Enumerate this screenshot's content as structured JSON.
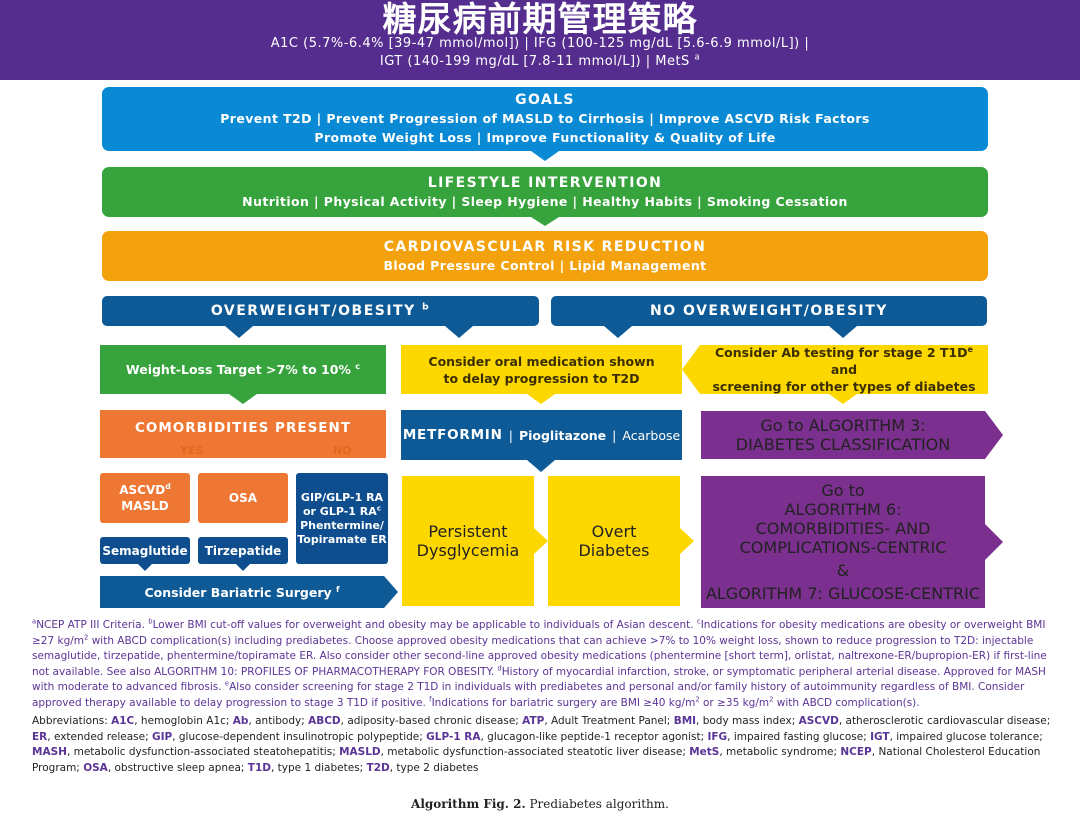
{
  "header": {
    "title": "糖尿病前期管理策略",
    "subtitle_line1": "A1C (5.7%-6.4% [39-47 mmol/mol]) | IFG (100-125 mg/dL [5.6-6.9 mmol/L]) |",
    "subtitle_line2": "IGT (140-199 mg/dL [7.8-11 mmol/L]) | MetS",
    "subtitle_line2_sup": "a"
  },
  "goals": {
    "title": "GOALS",
    "line1": "Prevent T2D  |  Prevent Progression of MASLD to Cirrhosis  |  Improve ASCVD Risk Factors",
    "line2": "Promote Weight Loss  |  Improve Functionality & Quality of Life"
  },
  "lifestyle": {
    "title": "LIFESTYLE INTERVENTION",
    "line": "Nutrition | Physical Activity  |  Sleep Hygiene  |  Healthy Habits  |  Smoking Cessation"
  },
  "cardio": {
    "title": "CARDIOVASCULAR RISK REDUCTION",
    "line": "Blood Pressure Control  |  Lipid Management"
  },
  "overweight": {
    "title": "OVERWEIGHT/OBESITY",
    "title_sup": "b",
    "weight_target": "Weight-Loss Target >7% to 10%",
    "weight_target_sup": "c",
    "comorbidities_title": "COMORBIDITIES PRESENT",
    "yes_label": "YES",
    "no_label": "NO",
    "ascvd_line1": "ASCVD",
    "ascvd_sup": "d",
    "ascvd_line2": "MASLD",
    "osa": "OSA",
    "semaglutide": "Semaglutide",
    "tirzepatide": "Tirzepatide",
    "glp_line1": "GIP/GLP-1 RA",
    "glp_line2": "or GLP-1 RA",
    "glp_sup": "c",
    "glp_line3": "Phentermine/",
    "glp_line4": "Topiramate ER",
    "bariatric": "Consider Bariatric Surgery",
    "bariatric_sup": "f"
  },
  "middle": {
    "oral_line1": "Consider oral medication shown",
    "oral_line2": "to delay progression to T2D",
    "metformin": "METFORMIN",
    "pioglitazone": "Pioglitazone",
    "acarbose": "Acarbose",
    "persistent_line1": "Persistent",
    "persistent_line2": "Dysglycemia",
    "overt_line1": "Overt",
    "overt_line2": "Diabetes"
  },
  "no_overweight": {
    "title": "NO OVERWEIGHT/OBESITY",
    "ab_line1_a": "Consider Ab testing for stage 2 T1D",
    "ab_sup": "e",
    "ab_line1_b": " and",
    "ab_line2": "screening for other types of diabetes",
    "alg3_line1": "Go to ALGORITHM 3:",
    "alg3_line2": "DIABETES CLASSIFICATION",
    "alg6_line1": "Go to",
    "alg6_line2": "ALGORITHM 6:",
    "alg6_line3": "COMORBIDITIES- AND",
    "alg6_line4": "COMPLICATIONS-CENTRIC",
    "alg6_amp": "&",
    "alg7_line": "ALGORITHM 7: GLUCOSE-CENTRIC"
  },
  "footnotes": {
    "fa_sup": "a",
    "fa": "NCEP ATP III Criteria. ",
    "fb_sup": "b",
    "fb": "Lower BMI cut-off values for overweight and obesity may be applicable to individuals of Asian descent. ",
    "fc_sup": "c",
    "fc1": "Indications for obesity medications are obesity or overweight BMI ≥27 kg/m",
    "fc1_sup": "2",
    "fc2": " with ABCD complication(s) including prediabetes. Choose approved obesity medications that can achieve >7% to 10% weight loss, shown to reduce progression to T2D: injectable semaglutide, tirzepatide, phentermine/topiramate ER. Also consider other second-line approved obesity medications (phentermine [short term], orlistat, naltrexone-ER/bupropion-ER) if first-line not available. See also ALGORITHM 10: PROFILES OF PHARMACOTHERAPY FOR OBESITY. ",
    "fd_sup": "d",
    "fd": "History of myocardial infarction, stroke, or symptomatic peripheral arterial disease. Approved for MASH with moderate to advanced fibrosis. ",
    "fe_sup": "e",
    "fe": "Also consider screening for stage 2 T1D in individuals with prediabetes and personal and/or family history of autoimmunity regardless of BMI. Consider approved therapy available to delay progression to stage 3 T1D if positive. ",
    "ff_sup": "f",
    "ff1": "Indications for bariatric surgery are BMI ≥40 kg/m",
    "ff1_sup": "2",
    "ff2": " or ≥35 kg/m",
    "ff2_sup": "2",
    "ff3": " with ABCD complication(s)."
  },
  "abbreviations": {
    "label": "Abbreviations: ",
    "items": [
      [
        "A1C",
        ", hemoglobin A1c; "
      ],
      [
        "Ab",
        ", antibody; "
      ],
      [
        "ABCD",
        ", adiposity-based chronic disease; "
      ],
      [
        "ATP",
        ", Adult Treatment Panel; "
      ],
      [
        "BMI",
        ", body mass index; "
      ],
      [
        "ASCVD",
        ", atherosclerotic cardiovascular disease; "
      ],
      [
        "ER",
        ", extended release; "
      ],
      [
        "GIP",
        ", glucose-dependent insulinotropic polypeptide; "
      ],
      [
        "GLP-1 RA",
        ", glucagon-like peptide-1 receptor agonist; "
      ],
      [
        "IFG",
        ", impaired fasting glucose; "
      ],
      [
        "IGT",
        ", impaired glucose tolerance; "
      ],
      [
        "MASH",
        ", metabolic dysfunction-associated steatohepatitis; "
      ],
      [
        "MASLD",
        ", metabolic dysfunction-associated steatotic liver disease; "
      ],
      [
        "MetS",
        ", metabolic syndrome; "
      ],
      [
        "NCEP",
        ", National Cholesterol Education Program; "
      ],
      [
        "OSA",
        ", obstructive sleep apnea; "
      ],
      [
        "T1D",
        ", type 1 diabetes; "
      ],
      [
        "T2D",
        ", type 2 diabetes"
      ]
    ]
  },
  "caption": {
    "label": "Algorithm Fig. 2.",
    "text": "  Prediabetes algorithm."
  },
  "colors": {
    "header": "#552d8f",
    "goals": "#0a8ad4",
    "lifestyle": "#36a33c",
    "cardio": "#f3a20d",
    "blue": "#0e5a96",
    "orange": "#ee7733",
    "yellow": "#fdd700",
    "purple": "#7b2f8e"
  }
}
